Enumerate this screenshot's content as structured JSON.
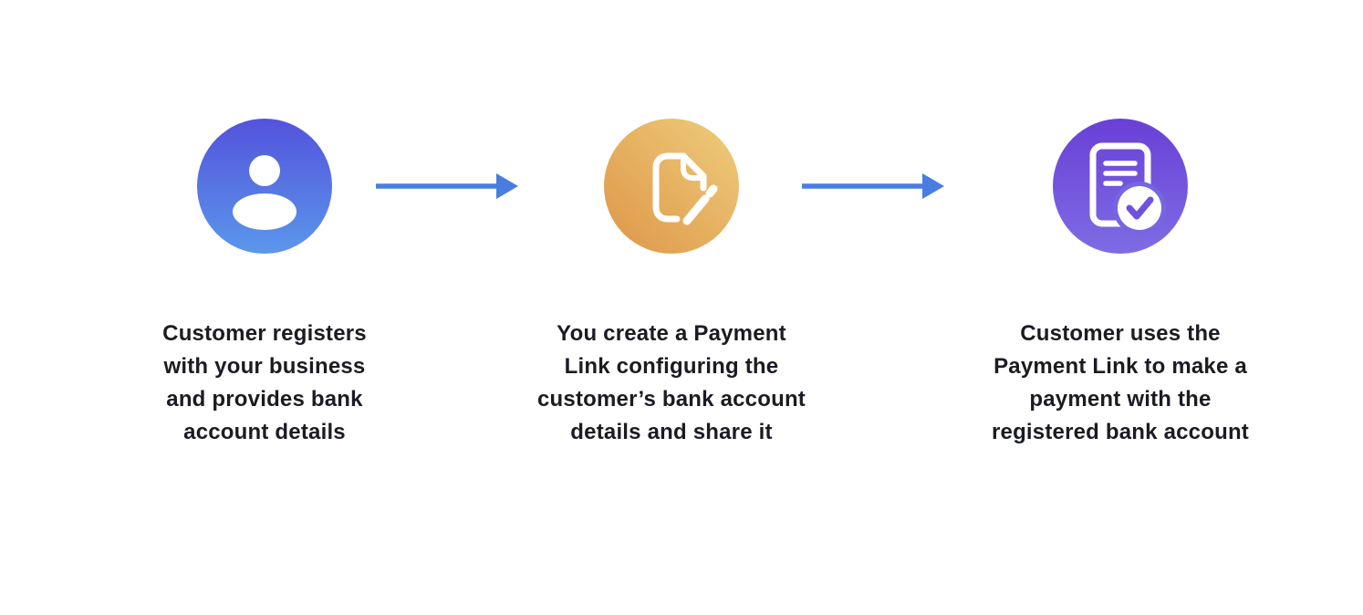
{
  "diagram": {
    "type": "payment-link-flow",
    "background_color": "#ffffff",
    "text_color": "#1A1B25",
    "arrow_color": "#4A7DE2",
    "steps": [
      {
        "id": "customer-registers",
        "icon": "user-icon",
        "icon_gradient": [
          "#5353DC",
          "#5B97EB"
        ],
        "caption": "Customer registers\nwith your business\nand provides bank\naccount details"
      },
      {
        "id": "create-payment-link",
        "icon": "document-edit-icon",
        "icon_gradient": [
          "#EECD7D",
          "#DE9647"
        ],
        "caption": "You create a Payment\nLink configuring the\ncustomer’s bank account\ndetails and share it"
      },
      {
        "id": "customer-pays",
        "icon": "document-check-icon",
        "icon_gradient": [
          "#6940D6",
          "#7E6CE4"
        ],
        "caption": "Customer uses the\nPayment Link to make a\npayment with the\nregistered bank account"
      }
    ]
  }
}
